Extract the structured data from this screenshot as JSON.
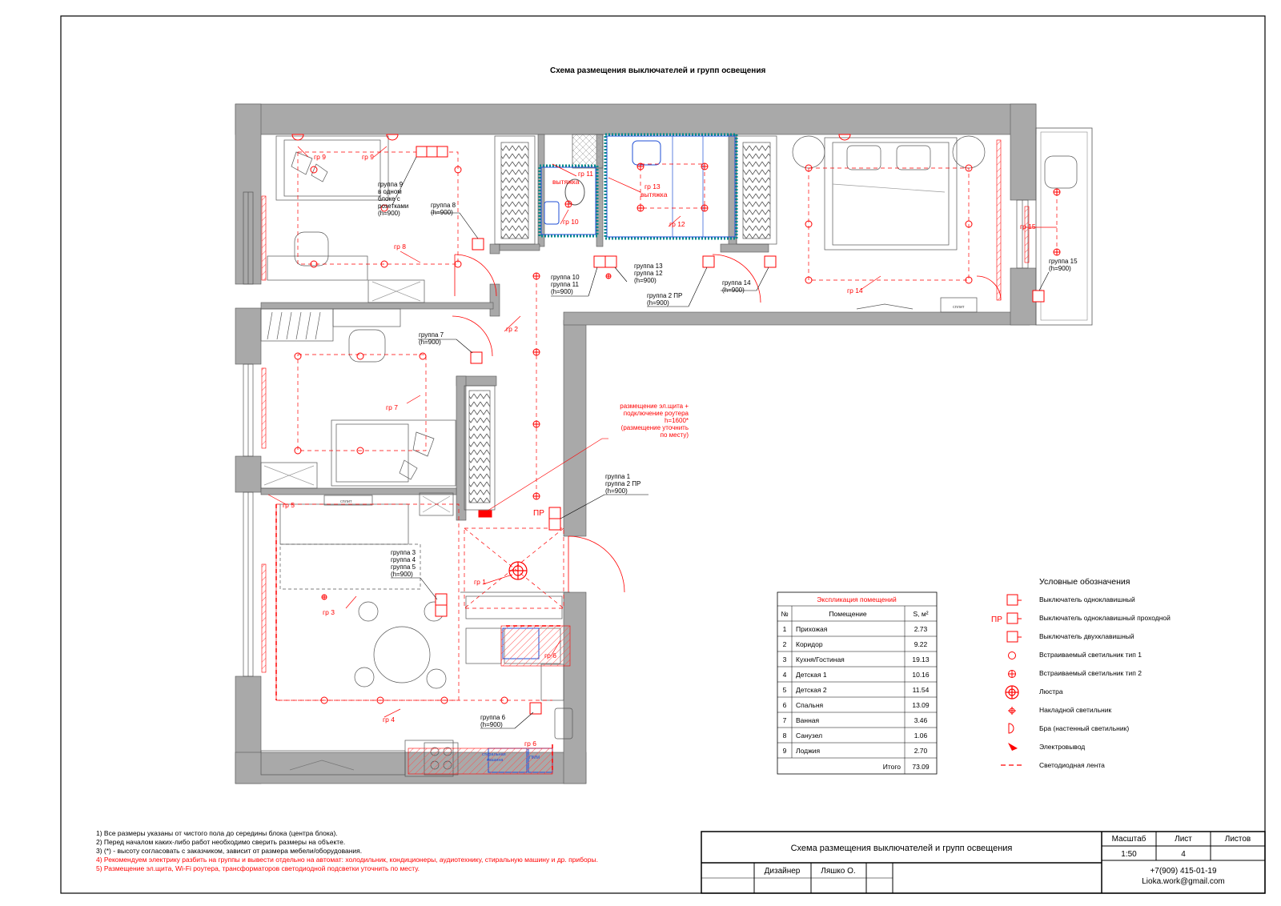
{
  "title": "Схема размещения выключателей и групп освещения",
  "labels": {
    "gr9a": "гр 9",
    "gr9b": "гр 9",
    "gr8": "гр 8",
    "gr7": "гр 7",
    "gr5": "гр 5",
    "gr3": "гр 3",
    "gr4": "гр 4",
    "gr2": "гр 2",
    "gr1": "гр 1",
    "gr6a": "гр 6",
    "gr6b": "гр 6",
    "gr10": "гр 10",
    "gr11": "гр 11",
    "gr11b": "вытяжка",
    "gr12": "гр 12",
    "gr13": "гр 13",
    "gr13b": "вытяжка",
    "gr14": "гр 14",
    "gr15": "гр 15",
    "split1": "сплит",
    "split2": "сплит",
    "washer1": "стиральная",
    "washer2": "машина",
    "pmm": "ПММ",
    "pr": "ПР"
  },
  "callouts": {
    "g9": [
      "группа 9",
      "в одном",
      "блоке с",
      "розетками",
      "(h=900)"
    ],
    "g8": [
      "группа 8",
      "(h=900)"
    ],
    "g7": [
      "группа 7",
      "(h=900)"
    ],
    "g10": [
      "группа 10",
      "группа 11",
      "(h=900)"
    ],
    "g13": [
      "группа 13",
      "группа 12",
      "(h=900)"
    ],
    "g2pr": [
      "группа 2 ПР",
      "(h=900)"
    ],
    "g14": [
      "группа 14",
      "(h=900)"
    ],
    "g15": [
      "группа 15",
      "(h=900)"
    ],
    "g1": [
      "группа 1",
      "группа 2 ПР",
      "(h=900)"
    ],
    "g345": [
      "группа 3",
      "группа 4",
      "группа 5",
      "(h=900)"
    ],
    "g6": [
      "группа 6",
      "(h=900)"
    ],
    "panel": [
      "размещение эл.щита +",
      "подключение роутера",
      "h=1600*",
      "(размещение уточнить",
      "по месту)"
    ]
  },
  "explication": {
    "title": "Экспликация помещений",
    "headers": [
      "№",
      "Помещение",
      "S, м²"
    ],
    "rows": [
      [
        "1",
        "Прихожая",
        "2.73"
      ],
      [
        "2",
        "Коридор",
        "9.22"
      ],
      [
        "3",
        "Кухня/Гостиная",
        "19.13"
      ],
      [
        "4",
        "Детская 1",
        "10.16"
      ],
      [
        "5",
        "Детская 2",
        "11.54"
      ],
      [
        "6",
        "Спальня",
        "13.09"
      ],
      [
        "7",
        "Ванная",
        "3.46"
      ],
      [
        "8",
        "Санузел",
        "1.06"
      ],
      [
        "9",
        "Лоджия",
        "2.70"
      ]
    ],
    "total_label": "Итого",
    "total_value": "73.09"
  },
  "legend": {
    "title": "Условные обозначения",
    "pr_prefix": "ПР",
    "items": [
      {
        "icon": "switch-single-icon",
        "label": "Выключатель одноклавишный"
      },
      {
        "icon": "switch-pass-through-icon",
        "label": "Выключатель одноклавишный проходной"
      },
      {
        "icon": "switch-double-icon",
        "label": "Выключатель двухклавишный"
      },
      {
        "icon": "recessed-light-type1-icon",
        "label": "Встраиваемый светильник тип 1"
      },
      {
        "icon": "recessed-light-type2-icon",
        "label": "Встраиваемый светильник тип 2"
      },
      {
        "icon": "chandelier-icon",
        "label": "Люстра"
      },
      {
        "icon": "surface-light-icon",
        "label": "Накладной светильник"
      },
      {
        "icon": "wall-sconce-icon",
        "label": "Бра (настенный светильник)"
      },
      {
        "icon": "electrical-outlet-icon",
        "label": "Электровывод"
      },
      {
        "icon": "led-strip-icon",
        "label": "Светодиодная лента"
      }
    ]
  },
  "notes": [
    "1) Все размеры указаны от чистого пола до середины блока (центра блока).",
    "2) Перед началом каких-либо работ необходимо сверить размеры на объекте.",
    "3) (*) - высоту согласовать с заказчиком, зависит от размера мебели/оборудования.",
    "4) Рекомендуем электрику разбить на группы и вывести отдельно на автомат: холодильник, кондиционеры, аудиотехнику, стиральную машину и др. приборы.",
    "5) Размещение эл.щита, Wi-Fi роутера, трансформаторов светодиодной подсветки уточнить по месту."
  ],
  "title_block": {
    "sheet_title": "Схема размещения выключателей и групп освещения",
    "scale_label": "Масштаб",
    "scale_value": "1:50",
    "sheet_label": "Лист",
    "sheet_value": "4",
    "sheets_label": "Листов",
    "sheets_value": "",
    "designer_label": "Дизайнер",
    "designer_name": "Ляшко О.",
    "phone": "+7(909) 415-01-19",
    "email": "Lioka.work@gmail.com"
  },
  "colors": {
    "red": "#ff0000",
    "wall": "#a9a9a9",
    "blue": "#1f4fd6",
    "teal": "#008a8a"
  }
}
